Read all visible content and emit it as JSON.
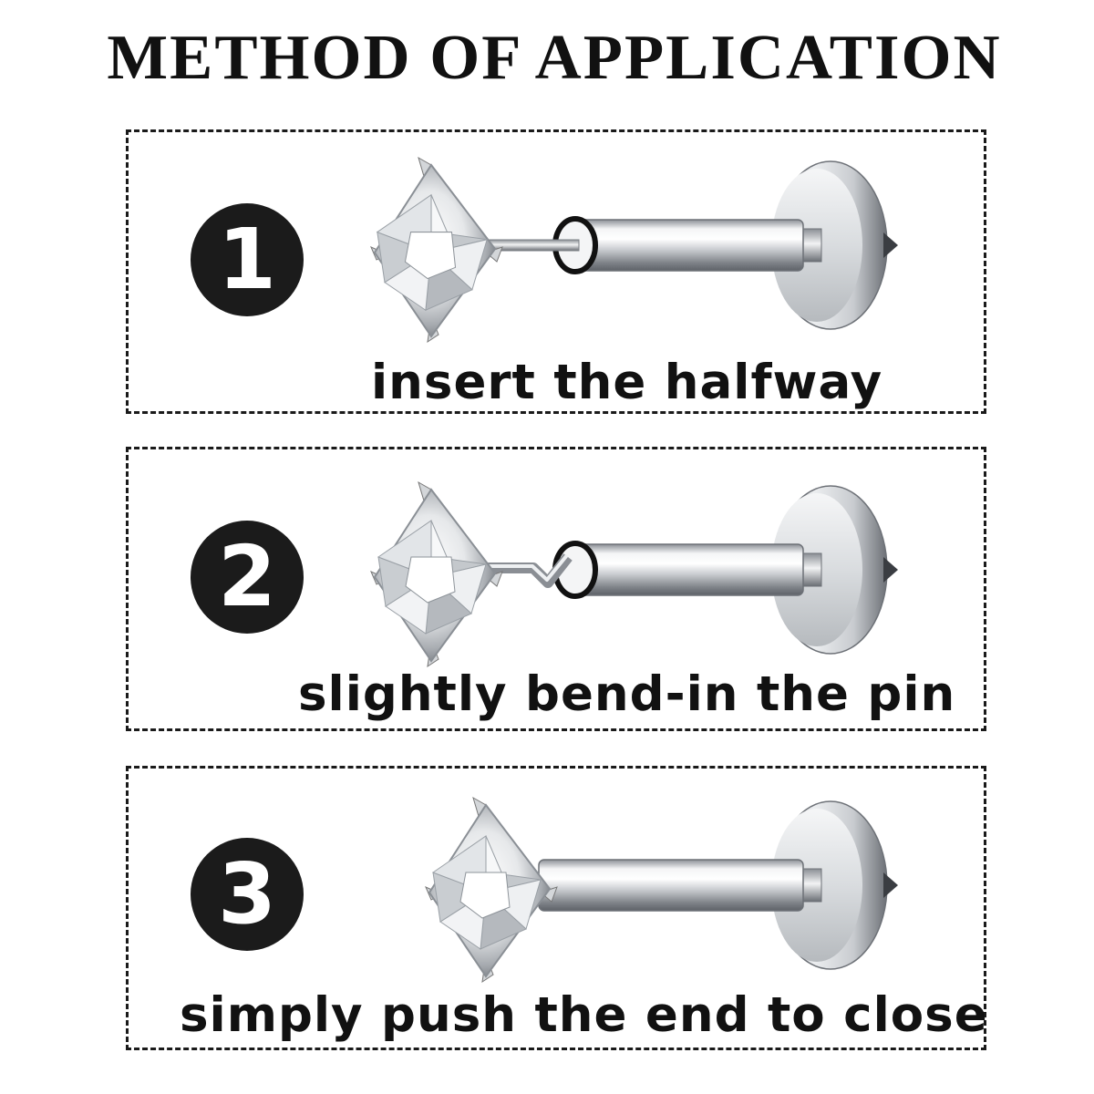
{
  "header": {
    "title": "METHOD OF APPLICATION"
  },
  "steps": [
    {
      "number": "1",
      "caption": "insert the halfway"
    },
    {
      "number": "2",
      "caption": "slightly bend-in the pin"
    },
    {
      "number": "3",
      "caption": "simply push the end to close"
    }
  ],
  "colors": {
    "text": "#111111",
    "badge": "#1b1b1b",
    "metal": "#c9ccd0",
    "border": "#1a1a1a"
  }
}
